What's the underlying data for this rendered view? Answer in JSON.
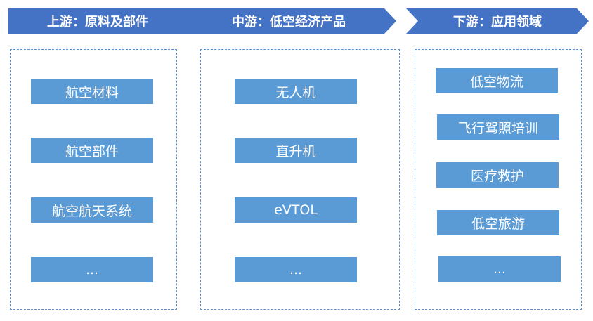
{
  "stages": [
    {
      "title": "上游：原料及部件",
      "items": [
        "航空材料",
        "航空部件",
        "航空航天系统",
        "..."
      ]
    },
    {
      "title": "中游：低空经济产品",
      "items": [
        "无人机",
        "直升机",
        "eVTOL",
        "..."
      ]
    },
    {
      "title": "下游：应用领域",
      "items": [
        "低空物流",
        "飞行驾照培训",
        "医疗救护",
        "低空旅游",
        "..."
      ]
    }
  ],
  "colors": {
    "header": "#4472c4",
    "box": "#5b9bd5",
    "border": "#5b8fd3",
    "text": "#ffffff"
  }
}
